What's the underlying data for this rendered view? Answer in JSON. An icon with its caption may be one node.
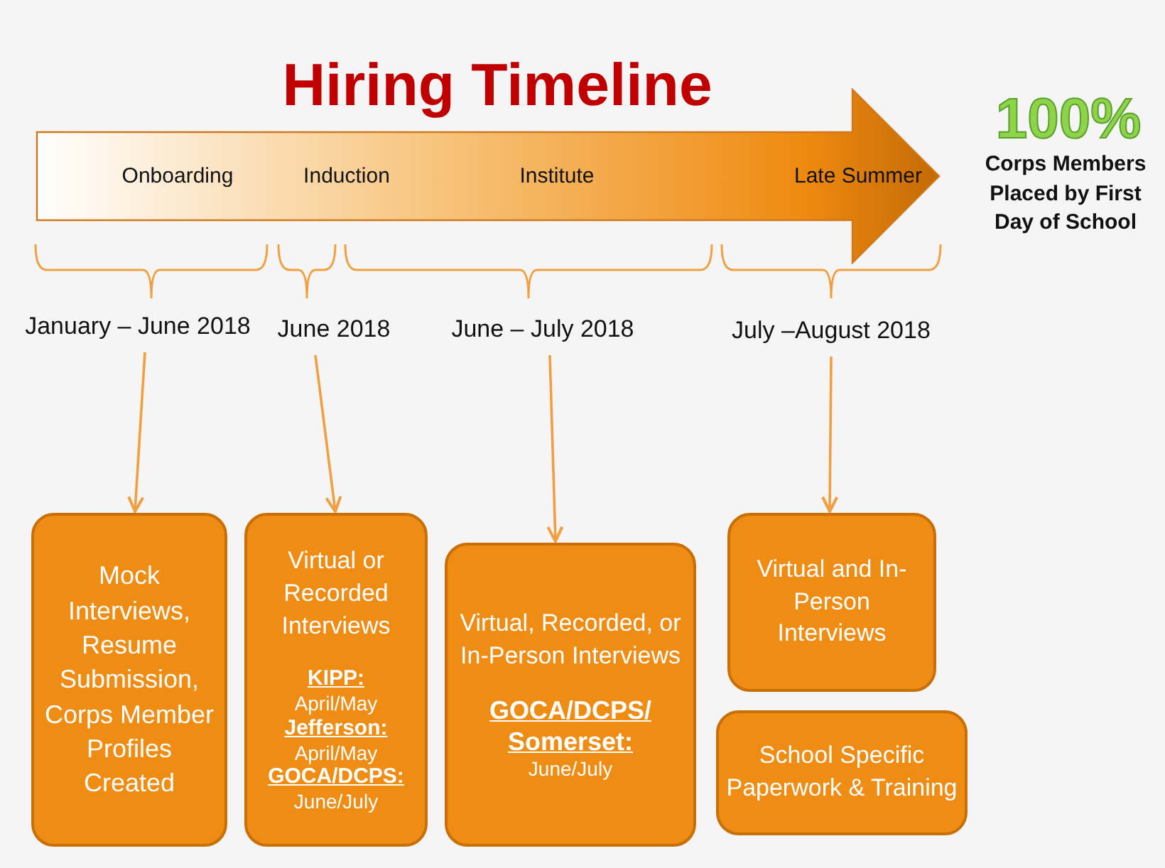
{
  "diagram": {
    "title": "Hiring Timeline",
    "nodes": [
      {
        "text": [
          "Onboarding",
          "Induction",
          "Institute",
          "Late Summer"
        ]
      },
      {
        "text": [
          "January – June 2018"
        ]
      },
      {
        "text": [
          "June 2018"
        ]
      },
      {
        "text": [
          "June – July 2018"
        ]
      },
      {
        "text": [
          "July –August 2018"
        ]
      },
      {
        "text": [
          "Mock Interviews, Resume Submission, Corps Member Profiles Created"
        ]
      },
      {
        "text": [
          "Virtual or Recorded Interviews",
          "KIPP:",
          "April/May",
          "Jefferson:",
          "April/May",
          "GOCA/DCPS:",
          "June/July"
        ]
      },
      {
        "text": [
          "Virtual, Recorded, or In-Person Interviews",
          "GOCA/DCPS/ Somerset:",
          "June/July"
        ]
      },
      {
        "text": [
          "Virtual and In-Person Interviews"
        ]
      },
      {
        "text": [
          "School Specific Paperwork & Training"
        ]
      }
    ],
    "edges": [
      {
        "from": 1,
        "to": 5,
        "arrow": "to"
      },
      {
        "from": 2,
        "to": 6,
        "arrow": "to"
      },
      {
        "from": 3,
        "to": 7,
        "arrow": "to"
      },
      {
        "from": 4,
        "to": 8,
        "arrow": "to"
      }
    ],
    "labels": [
      "100%",
      "Corps Members Placed by First Day of School"
    ]
  }
}
